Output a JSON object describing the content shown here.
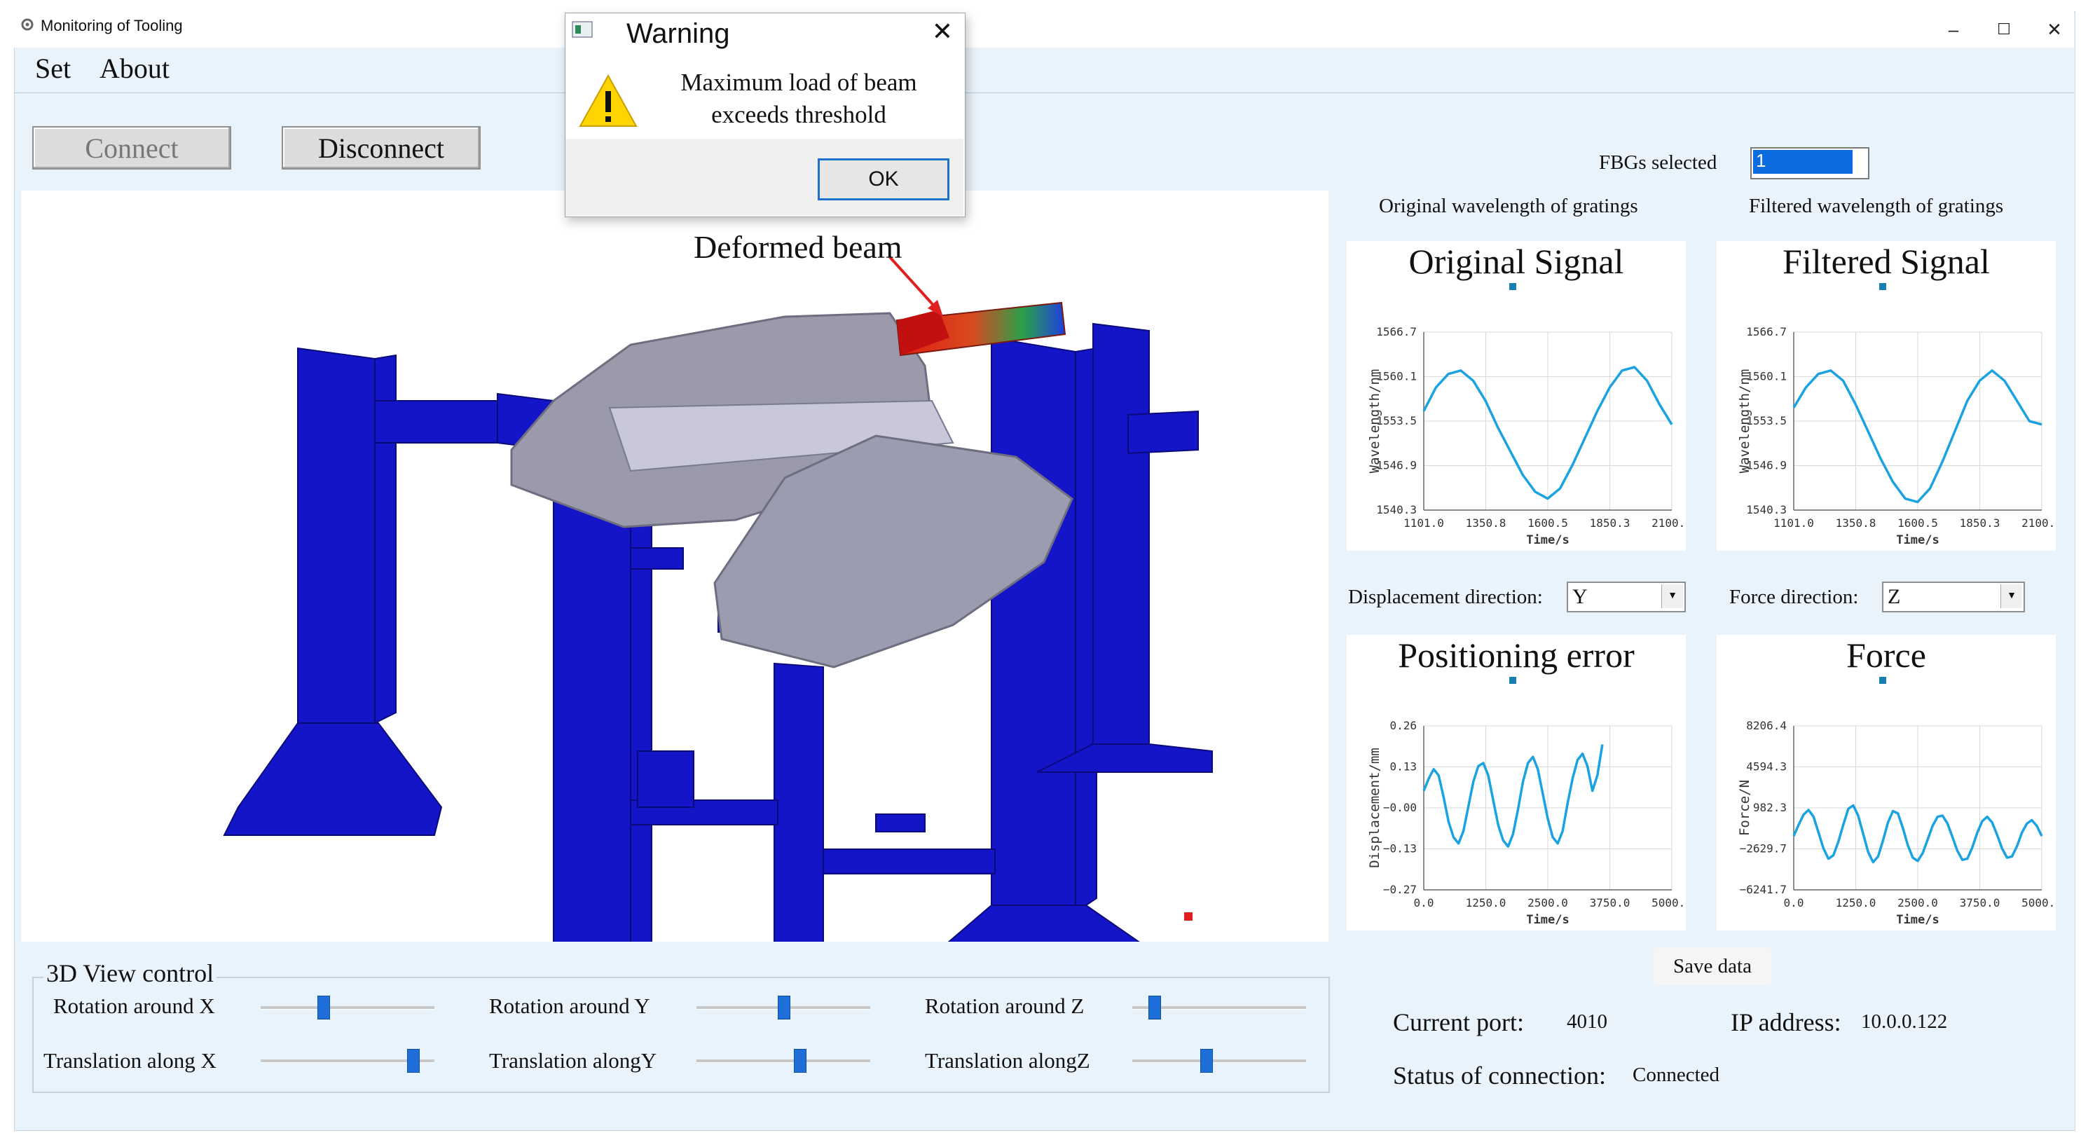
{
  "window": {
    "title": "Monitoring of Tooling",
    "controls": {
      "minimize": "–",
      "maximize": "☐",
      "close": "✕"
    }
  },
  "menu": [
    {
      "label": "Set"
    },
    {
      "label": "About"
    }
  ],
  "toolbar": {
    "connect_label": "Connect",
    "disconnect_label": "Disconnect"
  },
  "viewport": {
    "annotation": "Deformed beam"
  },
  "dialog": {
    "title": "Warning",
    "message_line1": "Maximum load of beam",
    "message_line2": "exceeds threshold",
    "ok_label": "OK",
    "close_glyph": "✕",
    "icon": "warning-icon"
  },
  "fbg": {
    "label": "FBGs selected",
    "value": "1"
  },
  "sections": {
    "original_caption": "Original wavelength of gratings",
    "filtered_caption": "Filtered wavelength of gratings"
  },
  "displacement": {
    "label": "Displacement direction:",
    "value": "Y"
  },
  "force_dir": {
    "label": "Force direction:",
    "value": "Z"
  },
  "charts": [
    {
      "title": "Original Signal",
      "xlabel": "Time/s",
      "ylabel": "Wavelength/nm",
      "xticks": [
        "1101.0",
        "1350.8",
        "1600.5",
        "1850.3",
        "2100.0"
      ],
      "yticks": [
        "1566.7",
        "1560.1",
        "1553.5",
        "1546.9",
        "1540.3"
      ]
    },
    {
      "title": "Filtered Signal",
      "xlabel": "Time/s",
      "ylabel": "Wavelength/nm",
      "xticks": [
        "1101.0",
        "1350.8",
        "1600.5",
        "1850.3",
        "2100.0"
      ],
      "yticks": [
        "1566.7",
        "1560.1",
        "1553.5",
        "1546.9",
        "1540.3"
      ]
    },
    {
      "title": "Positioning error",
      "xlabel": "Time/s",
      "ylabel": "Displacement/mm",
      "xticks": [
        "0.0",
        "1250.0",
        "2500.0",
        "3750.0",
        "5000.0"
      ],
      "yticks": [
        "0.26",
        "0.13",
        "−0.00",
        "−0.13",
        "−0.27"
      ]
    },
    {
      "title": "Force",
      "xlabel": "Time/s",
      "ylabel": "Force/N",
      "xticks": [
        "0.0",
        "1250.0",
        "2500.0",
        "3750.0",
        "5000.0"
      ],
      "yticks": [
        "8206.4",
        "4594.3",
        "982.3",
        "−2629.7",
        "−6241.7"
      ]
    }
  ],
  "save_label": "Save data",
  "status": {
    "port_label": "Current port:",
    "port_value": "4010",
    "ip_label": "IP address:",
    "ip_value": "10.0.0.122",
    "conn_label": "Status of connection:",
    "conn_value": "Connected"
  },
  "view_control": {
    "title": "3D View control",
    "sliders": [
      {
        "label": "Rotation around X",
        "value": 0.35
      },
      {
        "label": "Rotation around Y",
        "value": 0.5
      },
      {
        "label": "Rotation around Z",
        "value": 0.1
      },
      {
        "label": "Translation along X",
        "value": 0.9
      },
      {
        "label": "Translation alongY",
        "value": 0.6
      },
      {
        "label": "Translation alongZ",
        "value": 0.42
      }
    ]
  },
  "colors": {
    "accent": "#1e6fd9",
    "signal": "#1aa3e0",
    "beam": "#1a1ac8",
    "window_bg": "#e9f3fb"
  },
  "chart_data": [
    {
      "type": "line",
      "title": "Original Signal",
      "xlabel": "Time/s",
      "ylabel": "Wavelength/nm",
      "xlim": [
        1101.0,
        2100.0
      ],
      "ylim": [
        1540.3,
        1566.7
      ],
      "series": [
        {
          "x": [
            1101,
            1150,
            1200,
            1250,
            1300,
            1350,
            1400,
            1450,
            1500,
            1550,
            1600,
            1650,
            1700,
            1750,
            1800,
            1850,
            1900,
            1950,
            2000,
            2050,
            2100
          ],
          "values": [
            1555.0,
            1558.5,
            1560.5,
            1561.0,
            1559.5,
            1556.5,
            1552.5,
            1549.0,
            1545.5,
            1543.0,
            1542.0,
            1543.5,
            1547.0,
            1551.0,
            1555.0,
            1558.5,
            1561.0,
            1561.5,
            1559.5,
            1556.0,
            1553.0
          ]
        }
      ]
    },
    {
      "type": "line",
      "title": "Filtered Signal",
      "xlabel": "Time/s",
      "ylabel": "Wavelength/nm",
      "xlim": [
        1101.0,
        2100.0
      ],
      "ylim": [
        1540.3,
        1566.7
      ],
      "series": [
        {
          "x": [
            1101,
            1150,
            1200,
            1250,
            1300,
            1350,
            1400,
            1450,
            1500,
            1550,
            1600,
            1650,
            1700,
            1750,
            1800,
            1850,
            1900,
            1950,
            2000,
            2050,
            2100
          ],
          "values": [
            1555.5,
            1558.5,
            1560.5,
            1561.0,
            1559.5,
            1556.0,
            1552.0,
            1548.0,
            1544.5,
            1542.0,
            1541.5,
            1543.5,
            1547.5,
            1552.0,
            1556.5,
            1559.5,
            1561.0,
            1559.5,
            1556.5,
            1553.5,
            1553.0
          ]
        }
      ]
    },
    {
      "type": "line",
      "title": "Positioning error",
      "xlabel": "Time/s",
      "ylabel": "Displacement/mm",
      "xlim": [
        0.0,
        5000.0
      ],
      "ylim": [
        -0.27,
        0.26
      ],
      "series": [
        {
          "x": [
            0,
            100,
            200,
            300,
            400,
            500,
            600,
            700,
            800,
            900,
            1000,
            1100,
            1200,
            1300,
            1400,
            1500,
            1600,
            1700,
            1800,
            1900,
            2000,
            2100,
            2200,
            2300,
            2400,
            2500,
            2600,
            2700,
            2800,
            2900,
            3000,
            3100,
            3200,
            3300,
            3400,
            3500,
            3600
          ],
          "values": [
            0.05,
            0.09,
            0.12,
            0.1,
            0.03,
            -0.05,
            -0.1,
            -0.12,
            -0.08,
            0.0,
            0.08,
            0.13,
            0.14,
            0.1,
            0.02,
            -0.06,
            -0.11,
            -0.13,
            -0.09,
            -0.01,
            0.08,
            0.14,
            0.16,
            0.12,
            0.04,
            -0.04,
            -0.1,
            -0.12,
            -0.08,
            0.01,
            0.09,
            0.15,
            0.17,
            0.13,
            0.05,
            0.1,
            0.2
          ]
        }
      ]
    },
    {
      "type": "line",
      "title": "Force",
      "xlabel": "Time/s",
      "ylabel": "Force/N",
      "xlim": [
        0.0,
        5000.0
      ],
      "ylim": [
        -6241.7,
        8206.4
      ],
      "series": [
        {
          "x": [
            0,
            100,
            200,
            300,
            400,
            500,
            600,
            700,
            800,
            900,
            1000,
            1100,
            1200,
            1300,
            1400,
            1500,
            1600,
            1700,
            1800,
            1900,
            2000,
            2100,
            2200,
            2300,
            2400,
            2500,
            2600,
            2700,
            2800,
            2900,
            3000,
            3100,
            3200,
            3300,
            3400,
            3500,
            3600,
            3700,
            3800,
            3900,
            4000,
            4100,
            4200,
            4300,
            4400,
            4500,
            4600,
            4700,
            4800,
            4900,
            5000
          ],
          "values": [
            -1500,
            -500,
            400,
            800,
            200,
            -1200,
            -2600,
            -3500,
            -3200,
            -2000,
            -500,
            900,
            1200,
            300,
            -1300,
            -2900,
            -3800,
            -3300,
            -1900,
            -300,
            700,
            500,
            -800,
            -2300,
            -3400,
            -3700,
            -3000,
            -1800,
            -600,
            200,
            300,
            -400,
            -1600,
            -2800,
            -3600,
            -3500,
            -2500,
            -1200,
            -200,
            200,
            -300,
            -1400,
            -2600,
            -3400,
            -3300,
            -2400,
            -1200,
            -400,
            -100,
            -600,
            -1500
          ]
        }
      ]
    }
  ]
}
